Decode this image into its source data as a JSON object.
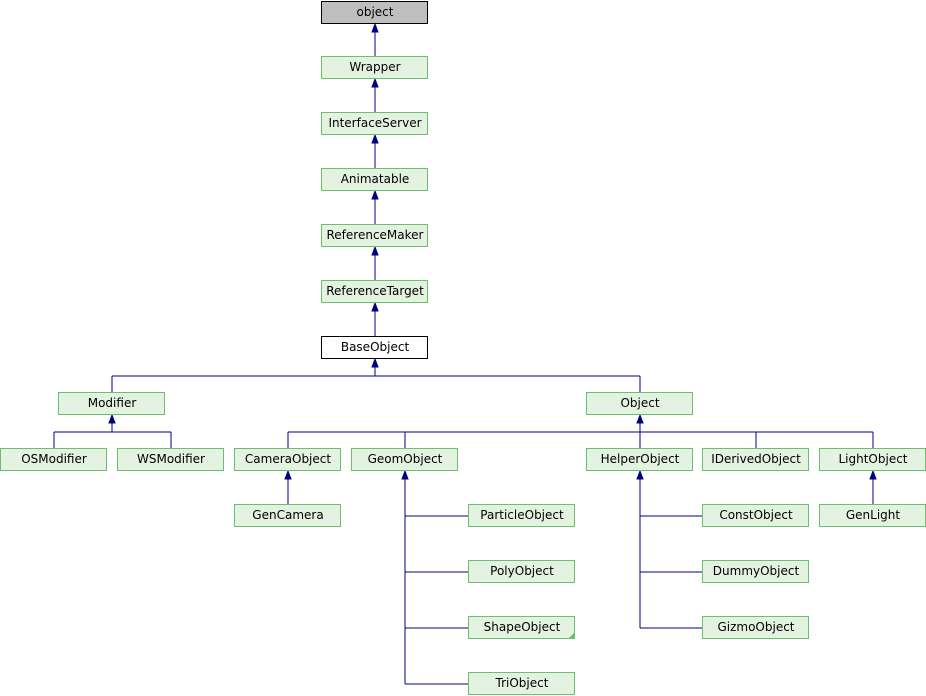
{
  "title": "Inheritance diagram",
  "colors": {
    "node_fill": "#e3f2e1",
    "node_border": "#6cbf6c",
    "root_fill": "#bfbfbf",
    "current_fill": "#ffffff",
    "edge": "#000080"
  },
  "nodes": [
    {
      "id": "object",
      "label": "object",
      "parent": null,
      "kind": "root"
    },
    {
      "id": "Wrapper",
      "label": "Wrapper",
      "parent": "object"
    },
    {
      "id": "InterfaceServer",
      "label": "InterfaceServer",
      "parent": "Wrapper"
    },
    {
      "id": "Animatable",
      "label": "Animatable",
      "parent": "InterfaceServer"
    },
    {
      "id": "ReferenceMaker",
      "label": "ReferenceMaker",
      "parent": "Animatable"
    },
    {
      "id": "ReferenceTarget",
      "label": "ReferenceTarget",
      "parent": "ReferenceMaker"
    },
    {
      "id": "BaseObject",
      "label": "BaseObject",
      "parent": "ReferenceTarget",
      "kind": "current"
    },
    {
      "id": "Modifier",
      "label": "Modifier",
      "parent": "BaseObject"
    },
    {
      "id": "Object",
      "label": "Object",
      "parent": "BaseObject"
    },
    {
      "id": "OSModifier",
      "label": "OSModifier",
      "parent": "Modifier"
    },
    {
      "id": "WSModifier",
      "label": "WSModifier",
      "parent": "Modifier"
    },
    {
      "id": "CameraObject",
      "label": "CameraObject",
      "parent": "Object"
    },
    {
      "id": "GeomObject",
      "label": "GeomObject",
      "parent": "Object"
    },
    {
      "id": "HelperObject",
      "label": "HelperObject",
      "parent": "Object"
    },
    {
      "id": "IDerivedObject",
      "label": "IDerivedObject",
      "parent": "Object"
    },
    {
      "id": "LightObject",
      "label": "LightObject",
      "parent": "Object"
    },
    {
      "id": "GenCamera",
      "label": "GenCamera",
      "parent": "CameraObject"
    },
    {
      "id": "ParticleObject",
      "label": "ParticleObject",
      "parent": "GeomObject"
    },
    {
      "id": "PolyObject",
      "label": "PolyObject",
      "parent": "GeomObject"
    },
    {
      "id": "ShapeObject",
      "label": "ShapeObject",
      "parent": "GeomObject",
      "truncated": true
    },
    {
      "id": "TriObject",
      "label": "TriObject",
      "parent": "GeomObject"
    },
    {
      "id": "ConstObject",
      "label": "ConstObject",
      "parent": "HelperObject"
    },
    {
      "id": "DummyObject",
      "label": "DummyObject",
      "parent": "HelperObject"
    },
    {
      "id": "GizmoObject",
      "label": "GizmoObject",
      "parent": "HelperObject"
    },
    {
      "id": "GenLight",
      "label": "GenLight",
      "parent": "LightObject"
    }
  ]
}
